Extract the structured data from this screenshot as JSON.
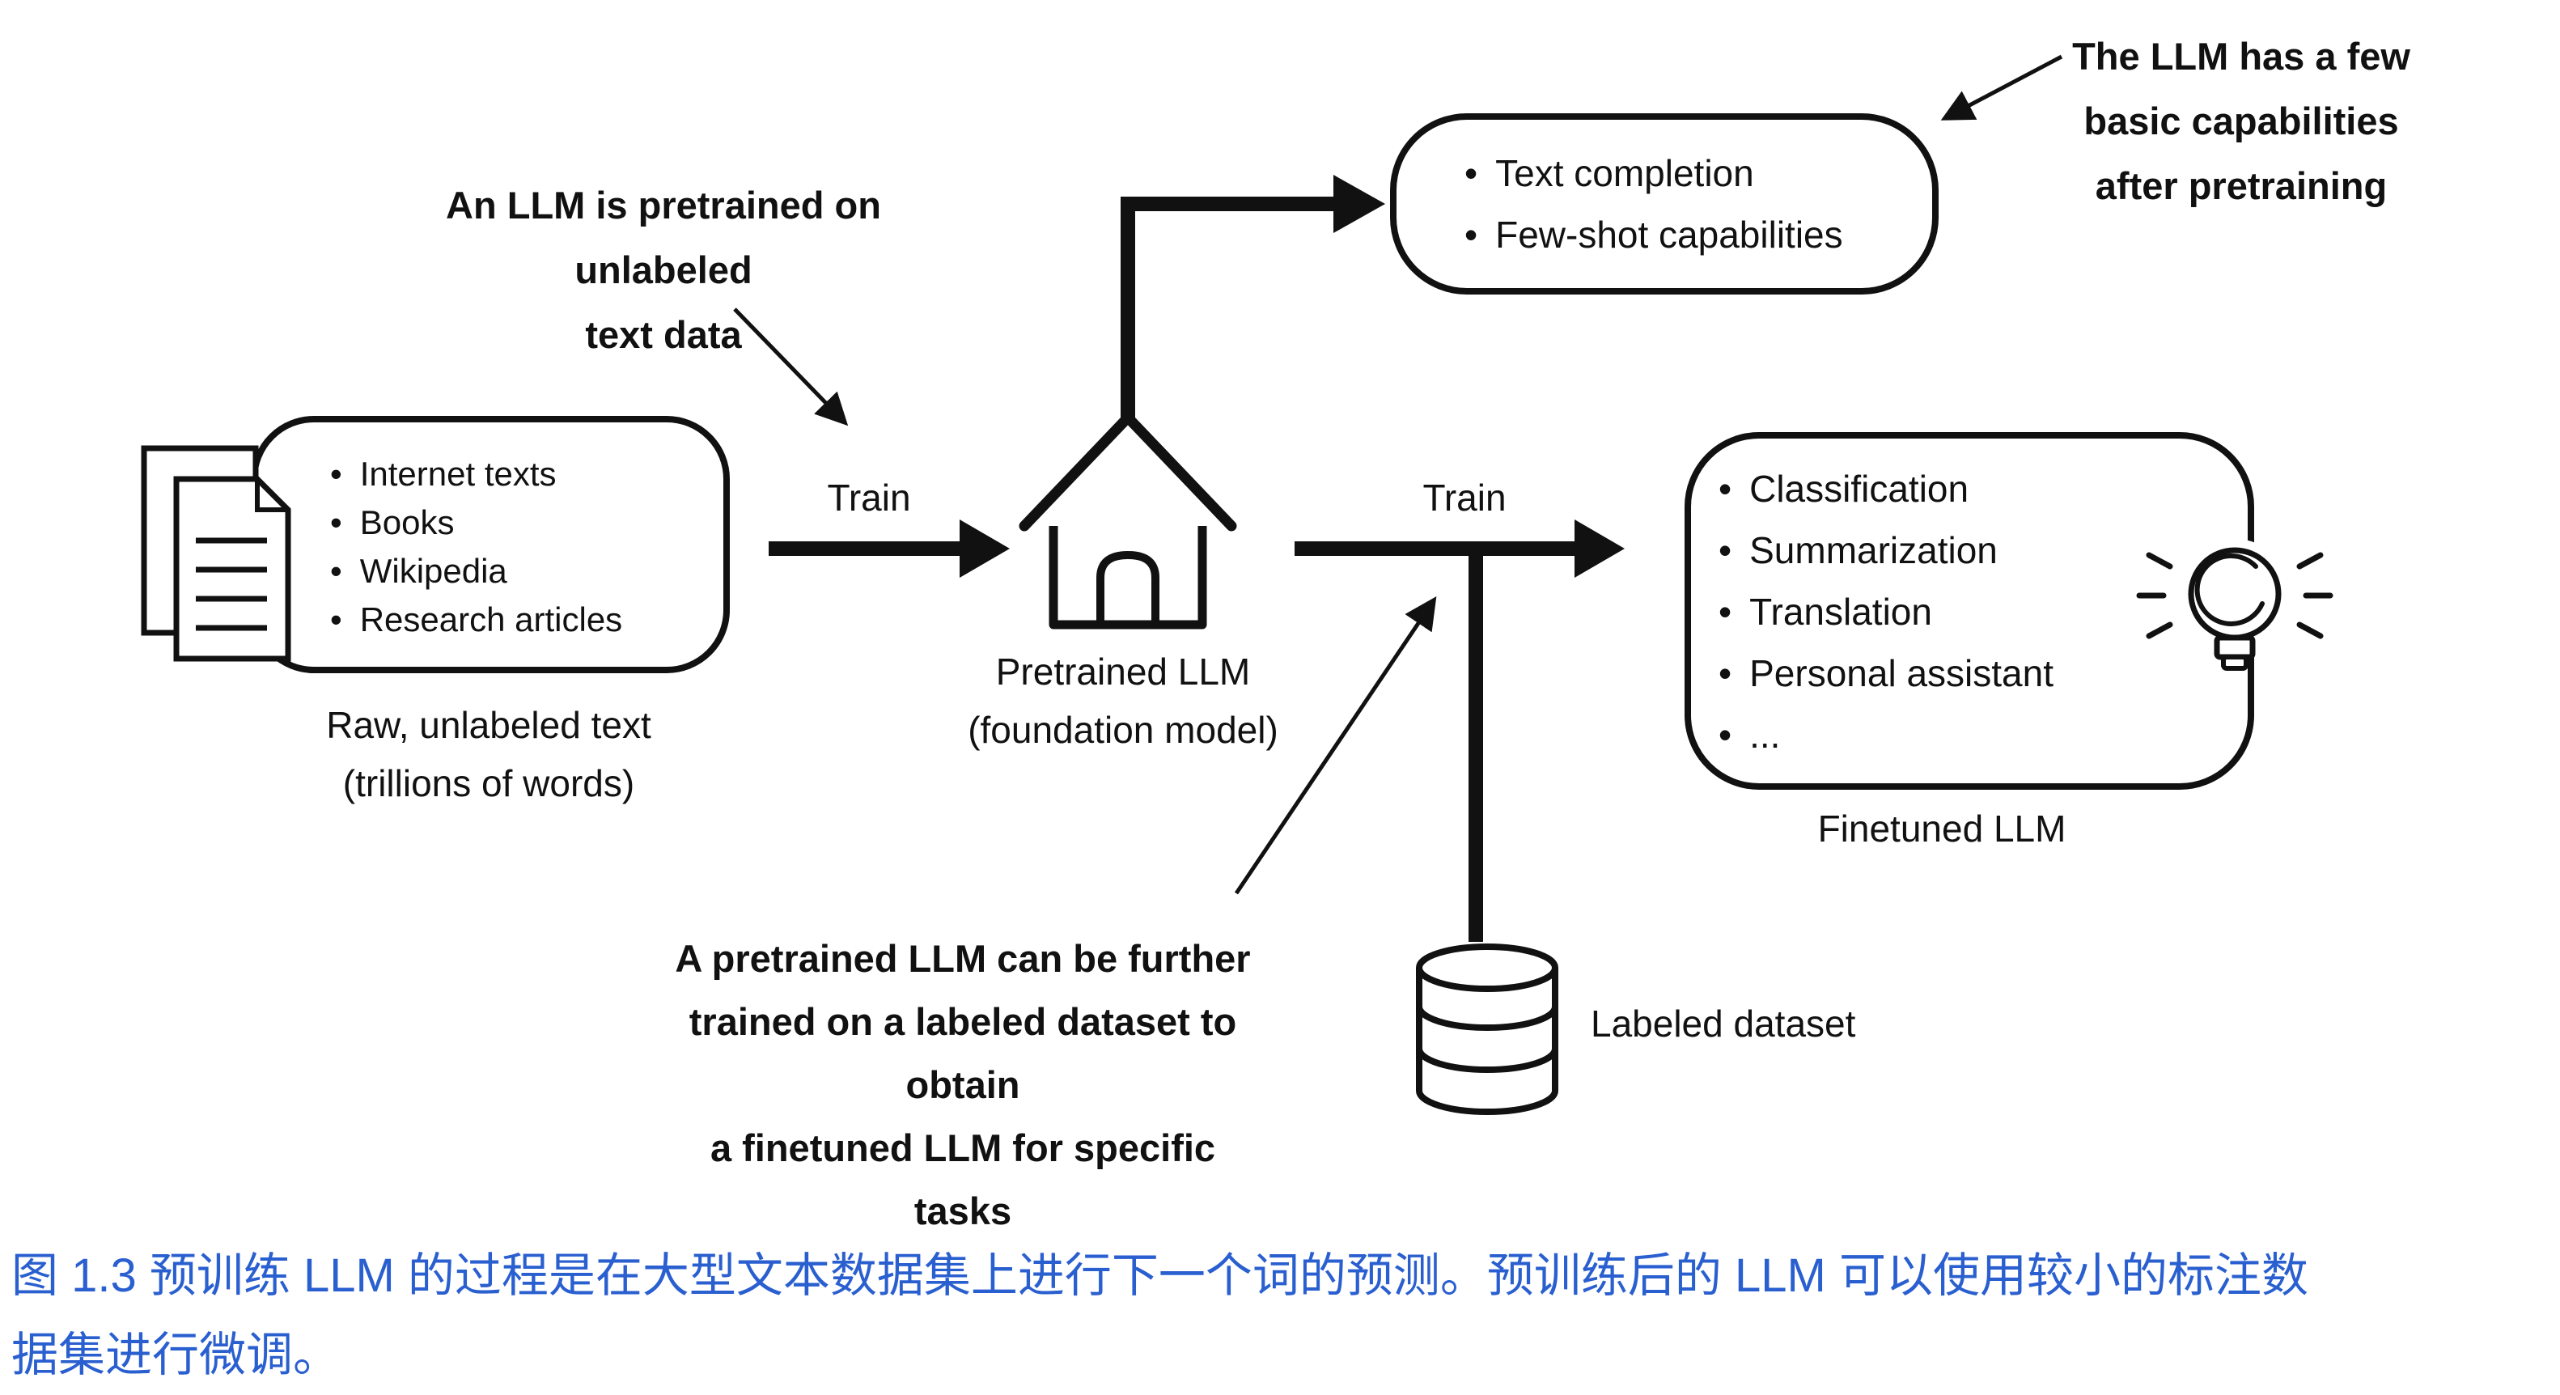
{
  "figure": {
    "source_box": {
      "items": [
        "Internet texts",
        "Books",
        "Wikipedia",
        "Research articles"
      ],
      "caption_line1": "Raw, unlabeled text",
      "caption_line2": "(trillions of words)"
    },
    "pretrain_arrow_label": "Train",
    "finetune_arrow_label": "Train",
    "pretrained_llm": {
      "line1": "Pretrained LLM",
      "line2": "(foundation model)"
    },
    "pretrain_note": {
      "line1": "An LLM is pretrained on unlabeled",
      "line2": "text data"
    },
    "capabilities_box": {
      "items": [
        "Text completion",
        "Few-shot capabilities"
      ]
    },
    "capabilities_note": {
      "line1": "The LLM has a few",
      "line2": "basic capabilities",
      "line3": "after pretraining"
    },
    "finetune_note": {
      "line1": "A pretrained LLM can be further",
      "line2": "trained on a labeled dataset to obtain",
      "line3": "a finetuned LLM for specific tasks"
    },
    "finetuned_box": {
      "items": [
        "Classification",
        "Summarization",
        "Translation",
        "Personal assistant",
        "..."
      ],
      "caption": "Finetuned LLM"
    },
    "labeled_dataset_label": "Labeled dataset",
    "icons": {
      "documents": "document-stack-icon",
      "house": "house-icon",
      "database": "database-icon",
      "lightbulb": "lightbulb-icon"
    }
  },
  "caption": {
    "line1": "图 1.3 预训练 LLM 的过程是在大型文本数据集上进行下一个词的预测。预训练后的 LLM 可以使用较小的标注数",
    "line2": "据集进行微调。",
    "color": "#2a5fd0"
  },
  "colors": {
    "ink": "#111111",
    "background": "#ffffff"
  }
}
